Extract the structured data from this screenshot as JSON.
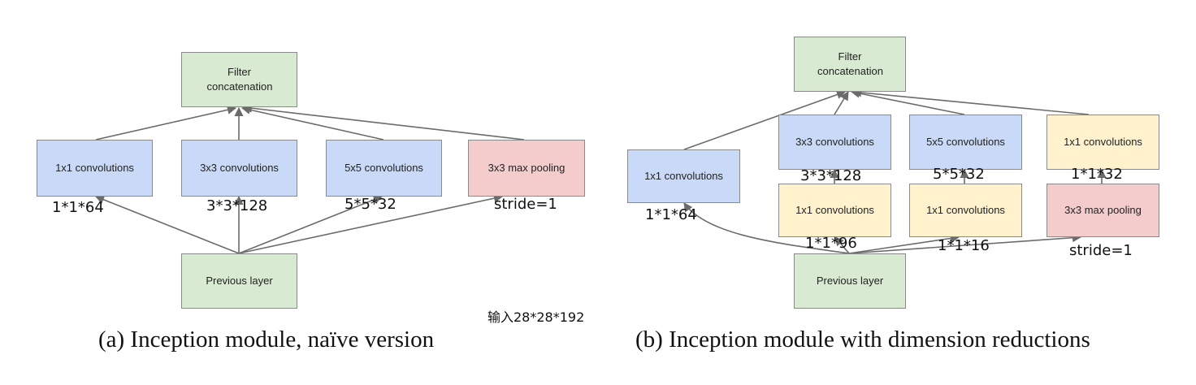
{
  "diagram_a": {
    "filter_concat": "Filter concatenation",
    "conv1x1": "1x1 convolutions",
    "conv3x3": "3x3 convolutions",
    "conv5x5": "5x5 convolutions",
    "maxpool": "3x3 max pooling",
    "previous": "Previous layer",
    "ann_1x1": "1*1*64",
    "ann_3x3": "3*3*128",
    "ann_5x5": "5*5*32",
    "ann_stride": "stride=1",
    "input_note": "输入28*28*192",
    "caption": "(a)  Inception module, naïve version"
  },
  "diagram_b": {
    "filter_concat": "Filter concatenation",
    "conv1x1_left": "1x1 convolutions",
    "conv3x3": "3x3 convolutions",
    "conv5x5": "5x5 convolutions",
    "conv1x1_right": "1x1 convolutions",
    "reduce_3x3": "1x1 convolutions",
    "reduce_5x5": "1x1 convolutions",
    "maxpool": "3x3 max pooling",
    "previous": "Previous layer",
    "ann_1x1": "1*1*64",
    "ann_3x3": "3*3*128",
    "ann_5x5": "5*5*32",
    "ann_1x1_right": "1*1*32",
    "ann_reduce_3x3": "1*1*96",
    "ann_reduce_5x5": "1*1*16",
    "ann_stride": "stride=1",
    "caption": "(b)  Inception module with dimension reductions"
  },
  "colors": {
    "concat_green": "#d9ead3",
    "conv_blue": "#c9daf8",
    "pool_pink": "#f4cccc",
    "reduce_yellow": "#fff2cc",
    "arrow_gray": "#6b6b6b"
  }
}
